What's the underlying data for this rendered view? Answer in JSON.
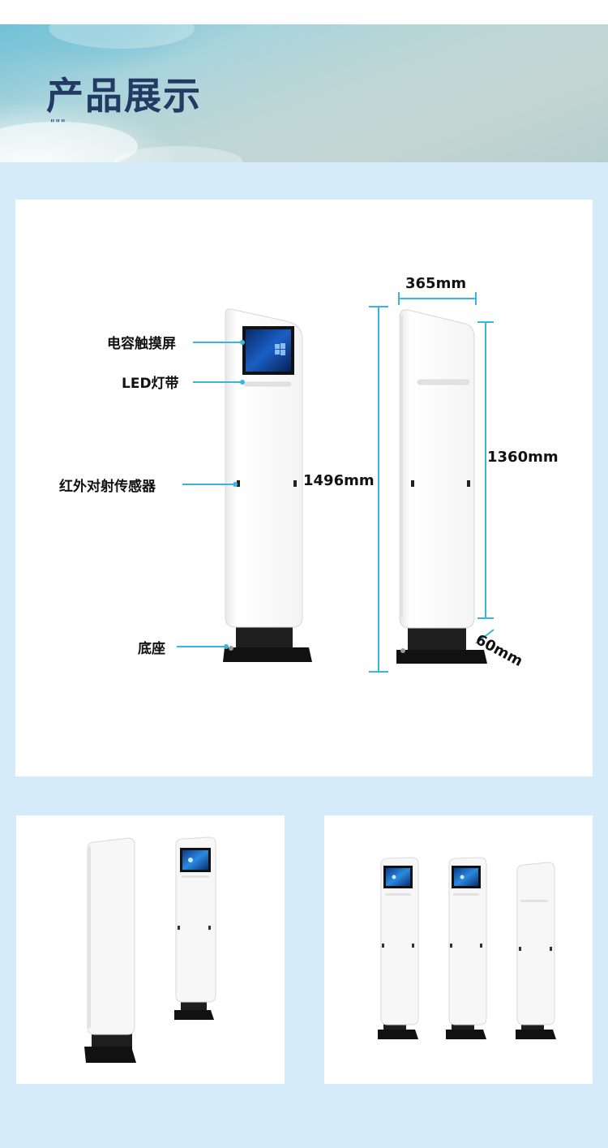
{
  "header": {
    "title": "产品展示",
    "dots": "\"\"\""
  },
  "labels": {
    "touchscreen": "电容触摸屏",
    "led_strip": "LED灯带",
    "ir_sensor": "红外对射传感器",
    "base": "底座"
  },
  "dimensions": {
    "width": "365mm",
    "total_height": "1496mm",
    "panel_height": "1360mm",
    "depth": "60mm"
  },
  "colors": {
    "title": "#233a63",
    "leader": "#35b7e0",
    "background": "#d6ebf9"
  },
  "icons": {
    "screen": "windows-logo-icon"
  }
}
